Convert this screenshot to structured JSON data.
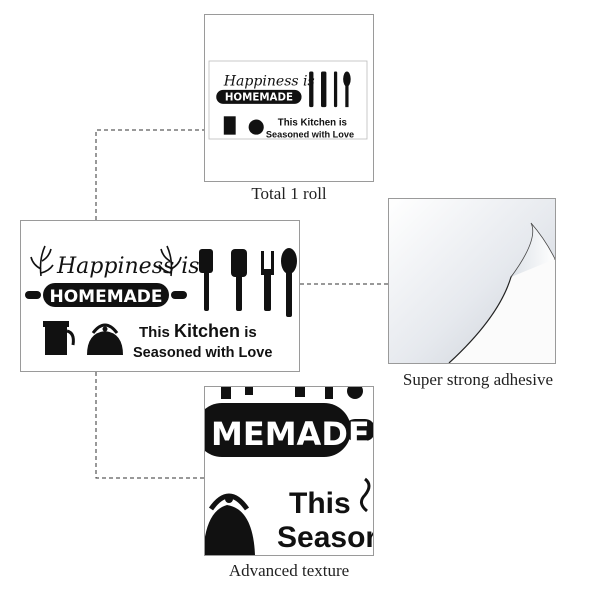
{
  "decal": {
    "line1": "Happiness is",
    "line2": "HOMEMADE",
    "line3a": "This",
    "line3b": "Kitchen",
    "line3c": "is",
    "line4": "Seasoned with Love"
  },
  "captions": {
    "roll": "Total 1 roll",
    "adhesive": "Super strong adhesive",
    "texture": "Advanced texture"
  },
  "zoom": {
    "banner": "MEMADE",
    "line1": "This",
    "line2": "Seasor"
  },
  "colors": {
    "ink": "#111111",
    "frame": "#9a9a9a",
    "dash": "#333333"
  }
}
